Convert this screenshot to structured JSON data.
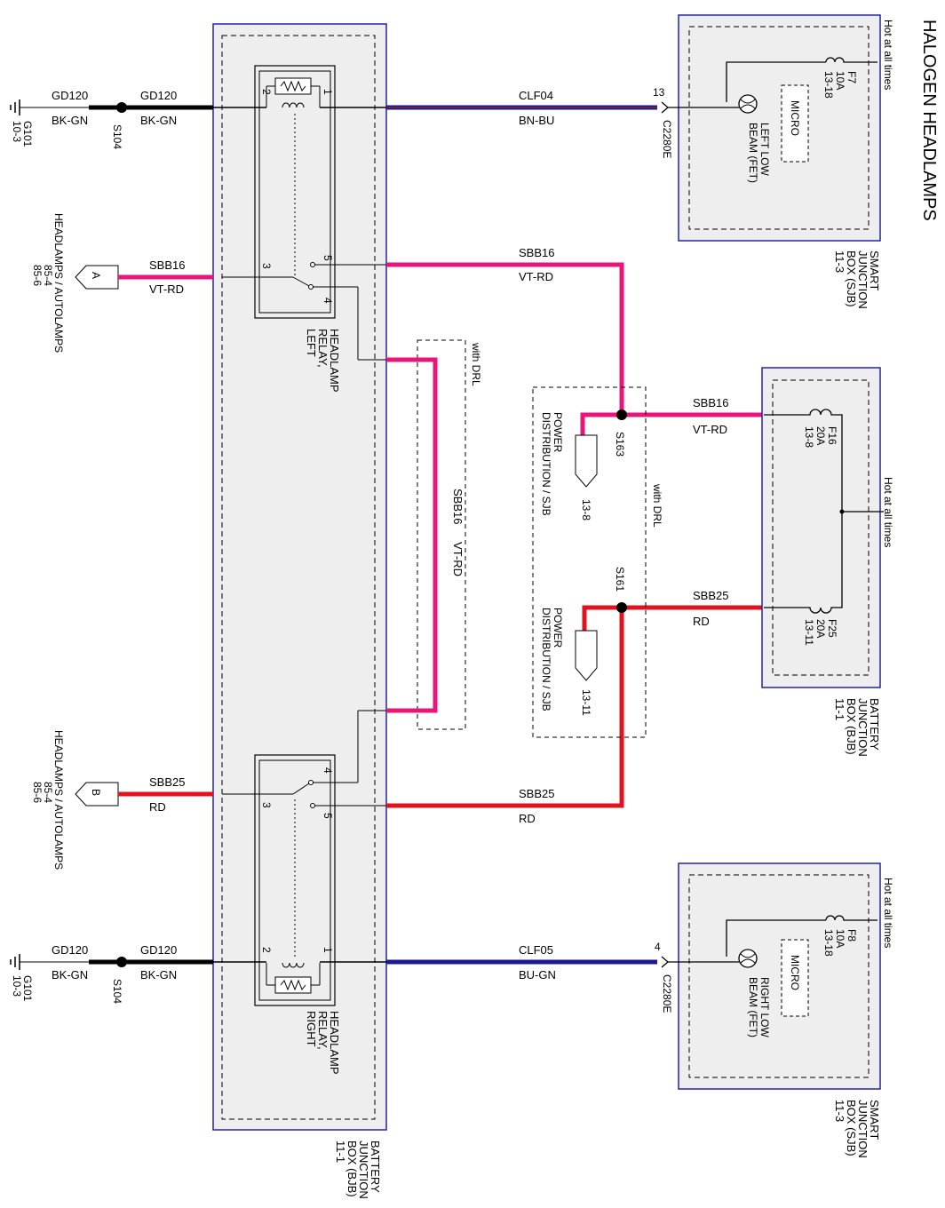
{
  "title": "HALOGEN HEADLAMPS",
  "colors": {
    "wire_black": "#000000",
    "wire_blue": "#1a1a8c",
    "wire_magenta": "#e8157a",
    "wire_red": "#e0141e",
    "box_border": "#2222aa",
    "box_fill": "#eeeeee"
  },
  "ground": {
    "wire_a": "GD120",
    "wire_b": "GD120",
    "color": "BK-GN",
    "splice": "S104",
    "ground_id": "G101",
    "ground_page": "10-3"
  },
  "connectors": {
    "a_letter": "A",
    "b_letter": "B",
    "ref_label": "HEADLAMPS / AUTOLAMPS",
    "ref_a": "85-4",
    "ref_b": "85-6"
  },
  "wires": {
    "sbb16": "SBB16",
    "sbb25": "SBB25",
    "vt_rd": "VT-RD",
    "rd": "RD",
    "clf04": "CLF04",
    "bn_bu": "BN-BU",
    "clf05": "CLF05",
    "bu_gn": "BU-GN"
  },
  "relay_left": {
    "name_l1": "HEADLAMP",
    "name_l2": "RELAY,",
    "name_l3": "LEFT",
    "pins": [
      "1",
      "2",
      "3",
      "4",
      "5"
    ]
  },
  "relay_right": {
    "name_l1": "HEADLAMP",
    "name_l2": "RELAY,",
    "name_l3": "RIGHT",
    "pins": [
      "1",
      "2",
      "3",
      "4",
      "5"
    ]
  },
  "bjb": {
    "l1": "BATTERY",
    "l2": "JUNCTION",
    "l3": "BOX (BJB)",
    "l4": "11-1"
  },
  "sjb": {
    "l1": "SMART",
    "l2": "JUNCTION",
    "l3": "BOX (SJB)",
    "l4": "11-3"
  },
  "drl": "with DRL",
  "splices": {
    "s163": "S163",
    "s161": "S161"
  },
  "power_dist": {
    "l1": "POWER",
    "l2": "DISTRIBUTION / SJB",
    "ref_a": "13-8",
    "ref_b": "13-11"
  },
  "fuses": {
    "f16": "F16",
    "f16_amp": "20A",
    "f16_ref": "13-8",
    "f25": "F25",
    "f25_amp": "20A",
    "f25_ref": "13-11",
    "f7": "F7",
    "f7_amp": "10A",
    "f7_ref": "13-18",
    "f8": "F8",
    "f8_amp": "10A",
    "f8_ref": "13-18"
  },
  "hot": "Hot at all times",
  "lamps": {
    "left_l1": "LEFT LOW",
    "left_l2": "BEAM (FET)",
    "right_l1": "RIGHT LOW",
    "right_l2": "BEAM (FET)",
    "micro": "MICRO"
  },
  "c2280e": {
    "name": "C2280E",
    "pin_top": "13",
    "pin_bottom": "4"
  }
}
